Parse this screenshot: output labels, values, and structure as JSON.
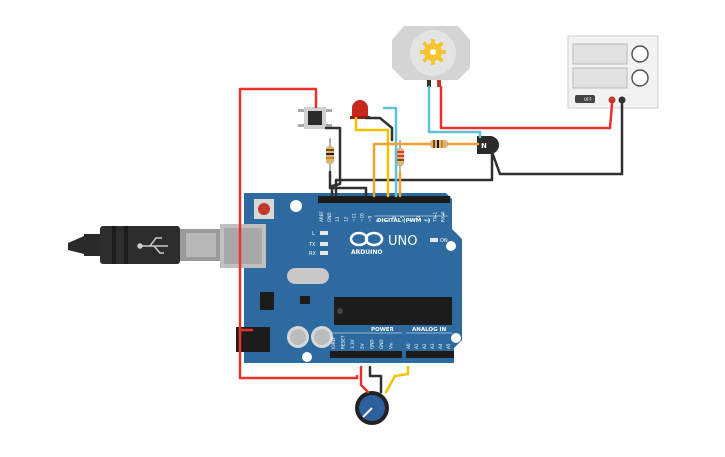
{
  "board": {
    "model": "UNO",
    "brand": "ARDUINO",
    "digital_header_label": "DIGITAL (PWM ~)",
    "power_header_label": "POWER",
    "analog_header_label": "ANALOG IN",
    "led_labels": {
      "l": "L",
      "tx": "TX",
      "rx": "RX",
      "on": "ON"
    },
    "digital_pins": [
      "AREF",
      "GND",
      "13",
      "12",
      "~11",
      "~10",
      "~9",
      "8",
      "7",
      "~6",
      "~5",
      "4",
      "~3",
      "2",
      "TX▸1",
      "RX◂0"
    ],
    "power_pins": [
      "IOREF",
      "RESET",
      "3.3V",
      "5V",
      "GND",
      "GND",
      "Vin"
    ],
    "analog_pins": [
      "A0",
      "A1",
      "A2",
      "A3",
      "A4",
      "A5"
    ]
  },
  "power_supply": {
    "switch_label": "OFF"
  },
  "transistor": {
    "label": "N"
  },
  "colors": {
    "board": "#2c6aa0",
    "wire_red": "#e8322b",
    "wire_black": "#303030",
    "wire_yellow": "#f2c300",
    "wire_orange": "#f0a030",
    "wire_cyan": "#5fc2d6",
    "led": "#c8281e",
    "gear": "#f6c430"
  }
}
